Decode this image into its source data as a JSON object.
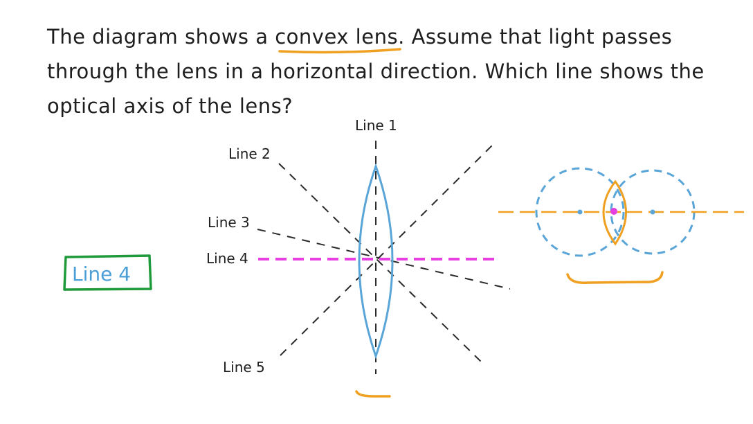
{
  "question": {
    "part1": "The diagram shows a ",
    "highlight": "convex lens",
    "part2": ". Assume that light passes through the lens in a horizontal direction. Which line shows the optical axis of the lens?"
  },
  "labels": {
    "line1": "Line 1",
    "line2": "Line 2",
    "line3": "Line 3",
    "line4": "Line 4",
    "line5": "Line 5"
  },
  "answer": "Line 4",
  "colors": {
    "ink": "#1e1e1e",
    "lens": "#5aa5d8",
    "optical_axis": "#e83fe0",
    "highlight": "#f0a020",
    "answer_box": "#1f9a3a",
    "answer_text": "#4a9fd8"
  }
}
